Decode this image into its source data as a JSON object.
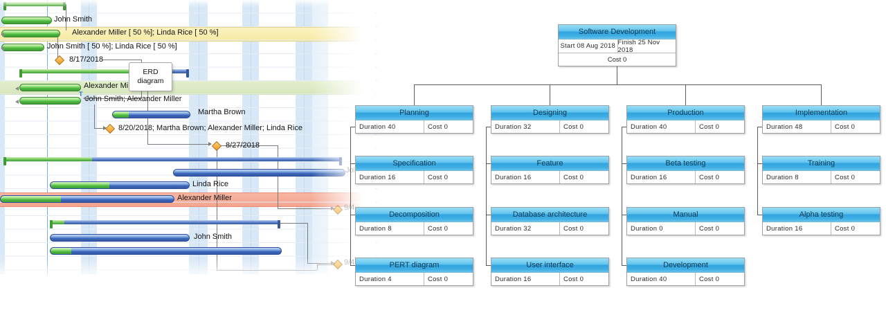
{
  "gantt": {
    "labels": {
      "task1": "John Smith",
      "task2": "Alexander Miller [ 50 %]; Linda Rice [ 50 %]",
      "task3": "John Smith [ 50 %]; Linda Rice [ 50 %]",
      "milestone1": "8/17/2018",
      "task4": "Alexander Miller",
      "task5": "John Smith; Alexander Miller",
      "task6": "Martha Brown",
      "milestone2": "8/20/2018; Martha Brown; Alexander Miller; Linda Rice",
      "milestone3": "8/27/2018",
      "task7": "Linda Rice",
      "task8": "Alexander Miller",
      "task9": "John Smith",
      "constraint_marker": "T",
      "ghost_date1": "9/4",
      "ghost_date2": "9/4",
      "ghost_task": "John Smith"
    },
    "callout": {
      "line1": "ERD",
      "line2": "diagram"
    }
  },
  "wbs": {
    "root": {
      "title": "Software Development",
      "start": "Start 08 Aug 2018",
      "finish": "Finish 25 Nov 2018",
      "cost": "Cost 0"
    },
    "columns": [
      {
        "items": [
          {
            "title": "Planning",
            "duration": "Duration 40",
            "cost": "Cost 0"
          },
          {
            "title": "Specification",
            "duration": "Duration 16",
            "cost": "Cost 0"
          },
          {
            "title": "Decomposition",
            "duration": "Duration 8",
            "cost": "Cost 0"
          },
          {
            "title": "PERT diagram",
            "duration": "Duration 4",
            "cost": "Cost 0"
          }
        ]
      },
      {
        "items": [
          {
            "title": "Designing",
            "duration": "Duration 32",
            "cost": "Cost 0"
          },
          {
            "title": "Feature",
            "duration": "Duration 16",
            "cost": "Cost 0"
          },
          {
            "title": "Database architecture",
            "duration": "Duration 32",
            "cost": "Cost 0"
          },
          {
            "title": "User interface",
            "duration": "Duration 16",
            "cost": "Cost 0"
          }
        ]
      },
      {
        "items": [
          {
            "title": "Production",
            "duration": "Duration 40",
            "cost": "Cost 0"
          },
          {
            "title": "Beta testing",
            "duration": "Duration 16",
            "cost": "Cost 0"
          },
          {
            "title": "Manual",
            "duration": "Duration 0",
            "cost": "Cost 0"
          },
          {
            "title": "Development",
            "duration": "Duration 40",
            "cost": "Cost 0"
          }
        ]
      },
      {
        "items": [
          {
            "title": "Implementation",
            "duration": "Duration 48",
            "cost": "Cost 0"
          },
          {
            "title": "Training",
            "duration": "Duration 8",
            "cost": "Cost 0"
          },
          {
            "title": "Alpha testing",
            "duration": "Duration 16",
            "cost": "Cost 0"
          }
        ]
      }
    ]
  },
  "colors": {
    "task_green": "#4FB941",
    "task_blue": "#3D67BC",
    "milestone_orange": "#EF9A1C",
    "wbs_header_blue": "#45B0E4",
    "highlight_yellow": "#F7EAA4",
    "highlight_green": "#D7E6BC",
    "highlight_red": "#F4A48D",
    "weekend_blue": "#D9E8F7"
  }
}
